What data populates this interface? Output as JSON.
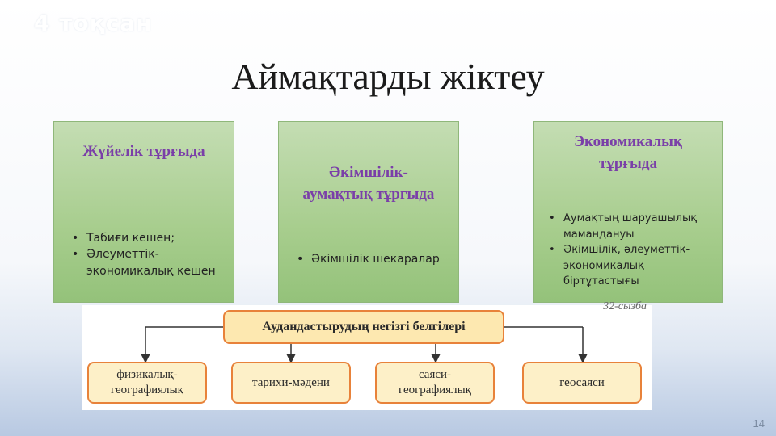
{
  "slide_label": "4 тоқсан",
  "title": "Аймақтарды жіктеу",
  "boxes": [
    {
      "title": "Жүйелік тұрғыда",
      "bullets": [
        "Табиғи кешен;",
        "Әлеуметтік-\nэкономикалық кешен"
      ]
    },
    {
      "title": "Әкімшілік-\nаумақтық тұрғыда",
      "bullets": [
        "Әкімшілік шекаралар"
      ]
    },
    {
      "title": "Экономикалық\nтұрғыда",
      "bullets": [
        "Аумақтың шаруашылық\nмамандануы",
        "Әкімшілік, әлеуметтік-\nэкономикалық\nбіртұтастығы"
      ]
    }
  ],
  "diagram": {
    "caption": "32-сызба",
    "root": "Аудандастырудың негізгі белгілері",
    "children": [
      "физикалық-\nгеографиялық",
      "тарихи-мәдени",
      "саяси-\nгеографиялық",
      "геосаяси"
    ]
  },
  "page_number": "14",
  "colors": {
    "box_fill": "#a7cd8d",
    "box_title": "#7a3fa8",
    "diagram_border": "#e8823a",
    "diagram_fill": "#fde8b0"
  }
}
